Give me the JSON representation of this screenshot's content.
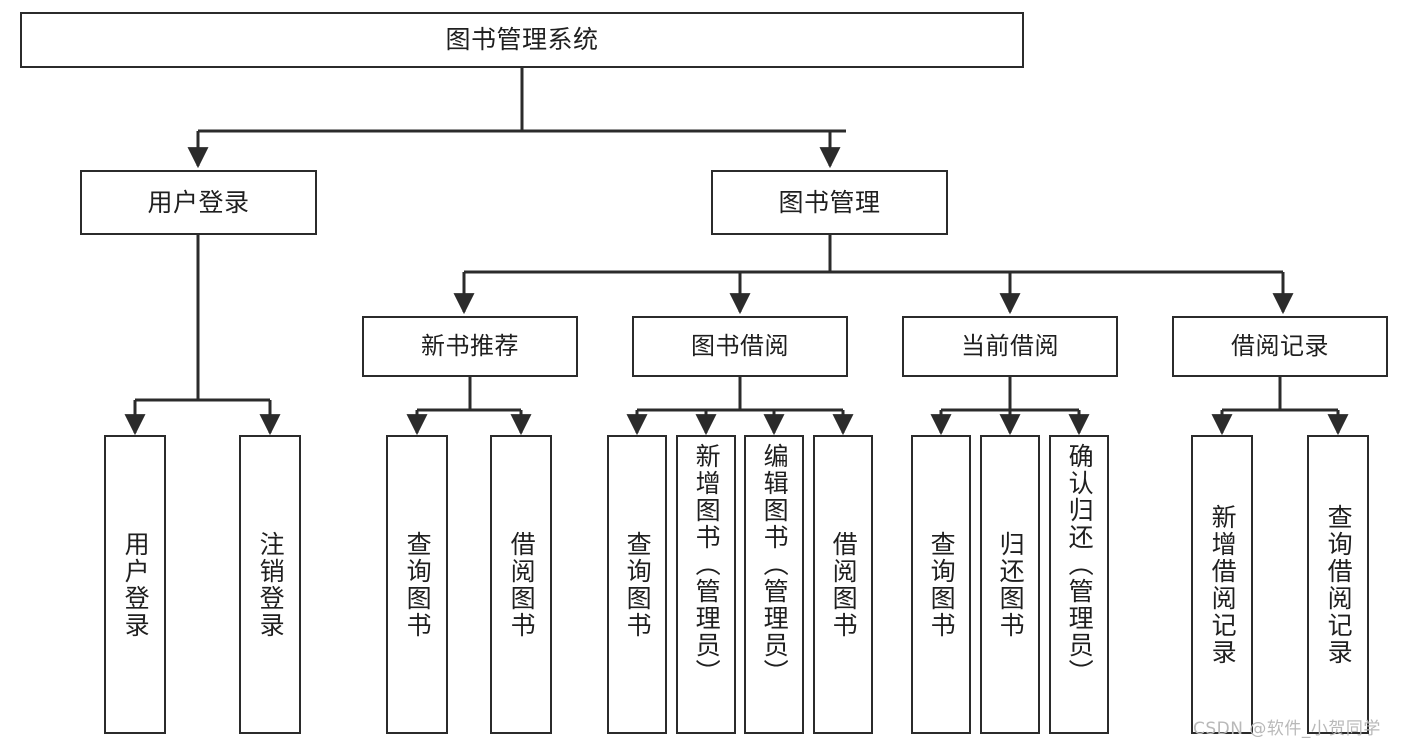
{
  "diagram": {
    "title": "图书管理系统",
    "type": "tree-hierarchy-chart",
    "stroke_color": "#2b2b2b",
    "fill_color": "#ffffff",
    "text_color": "#1f1f1f"
  },
  "nodes": {
    "root": {
      "label": "图书管理系统"
    },
    "level2": [
      {
        "label": "用户登录"
      },
      {
        "label": "图书管理"
      }
    ],
    "level3": [
      {
        "label": "新书推荐"
      },
      {
        "label": "图书借阅"
      },
      {
        "label": "当前借阅"
      },
      {
        "label": "借阅记录"
      }
    ],
    "leaves": {
      "user_login": [
        {
          "label": "用户登录"
        },
        {
          "label": "注销登录"
        }
      ],
      "new_book_recommend": [
        {
          "label": "查询图书"
        },
        {
          "label": "借阅图书"
        }
      ],
      "book_borrow": [
        {
          "label": "查询图书"
        },
        {
          "label": "新增图书（管理员）"
        },
        {
          "label": "编辑图书（管理员）"
        },
        {
          "label": "借阅图书"
        }
      ],
      "current_borrow": [
        {
          "label": "查询图书"
        },
        {
          "label": "归还图书"
        },
        {
          "label": "确认归还（管理员）"
        }
      ],
      "borrow_record": [
        {
          "label": "新增借阅记录"
        },
        {
          "label": "查询借阅记录"
        }
      ]
    }
  },
  "watermark": {
    "text": "CSDN @软件_小贺同学"
  }
}
